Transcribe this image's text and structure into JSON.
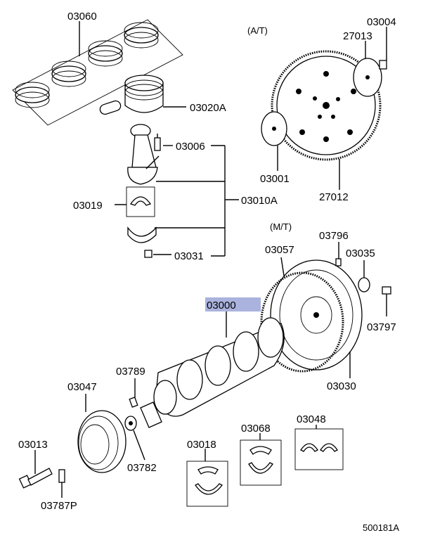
{
  "section_labels": {
    "at": "(A/T)",
    "mt": "(M/T)"
  },
  "parts": {
    "p03060": "03060",
    "p03020a": "03020A",
    "p03006": "03006",
    "p03010a": "03010A",
    "p03019": "03019",
    "p03031": "03031",
    "p03004": "03004",
    "p27013": "27013",
    "p03001": "03001",
    "p27012": "27012",
    "p03796": "03796",
    "p03057": "03057",
    "p03035": "03035",
    "p03000": "03000",
    "p03797": "03797",
    "p03030": "03030",
    "p03789": "03789",
    "p03047": "03047",
    "p03013": "03013",
    "p03782": "03782",
    "p03787p": "03787P",
    "p03018": "03018",
    "p03068": "03068",
    "p03048": "03048"
  },
  "diagram_id": "500181A",
  "colors": {
    "highlight": "#aab3dd",
    "ink": "#000000"
  }
}
